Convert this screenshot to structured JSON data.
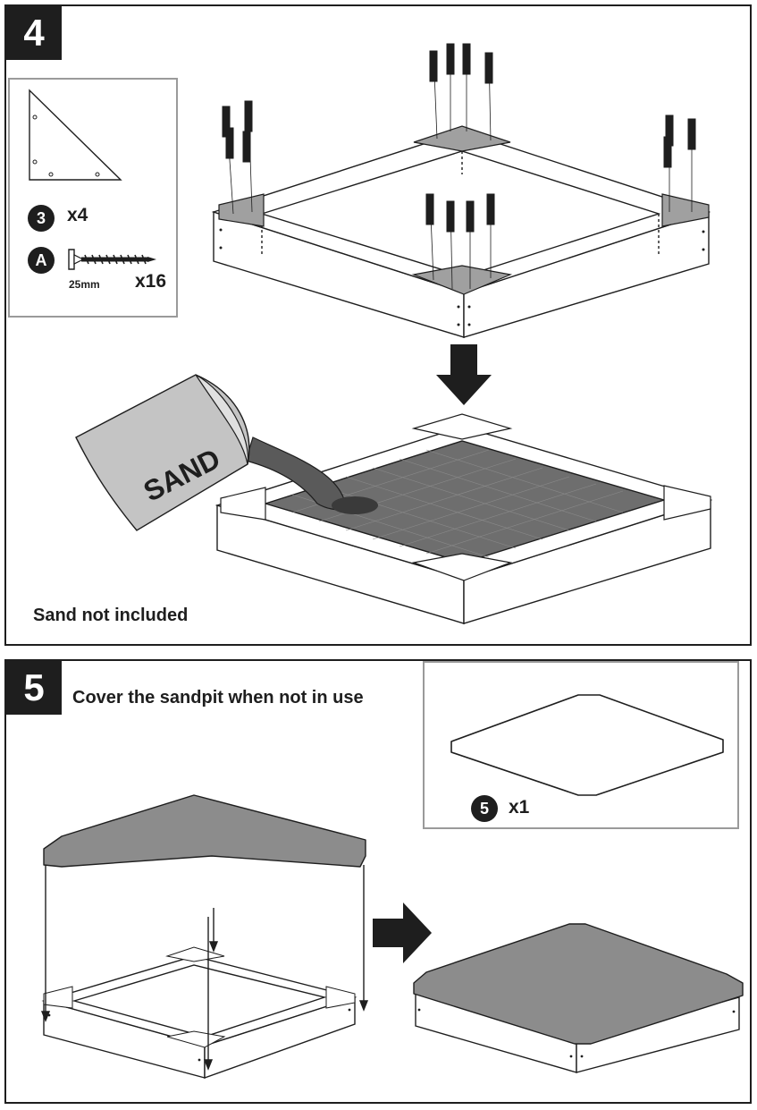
{
  "step4": {
    "number": "4",
    "parts": {
      "part3_label": "3",
      "part3_qty": "x4",
      "partA_label": "A",
      "partA_size": "25mm",
      "partA_qty": "x16"
    },
    "sand_label": "SAND",
    "note": "Sand not included"
  },
  "step5": {
    "number": "5",
    "title": "Cover the sandpit when not in use",
    "parts": {
      "part5_label": "5",
      "part5_qty": "x1"
    }
  },
  "colors": {
    "ink": "#1e1e1e",
    "panel_border": "#1e1e1e",
    "parts_border": "#9a9a9a",
    "cover_gray": "#8c8c8c",
    "sand_bag": "#c4c4c4",
    "bracket_gray": "#a0a0a0"
  },
  "icons": [
    "screw-icon",
    "corner-bracket-icon",
    "down-arrow-icon",
    "right-arrow-icon"
  ]
}
